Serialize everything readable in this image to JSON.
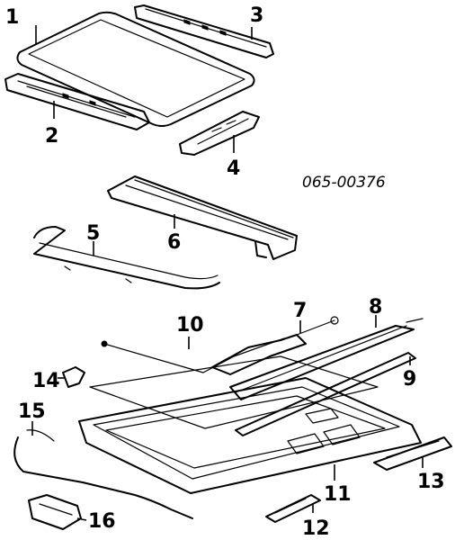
{
  "diagram": {
    "reference_code": "065-00376",
    "callouts": [
      {
        "id": "1",
        "label": "1"
      },
      {
        "id": "2",
        "label": "2"
      },
      {
        "id": "3",
        "label": "3"
      },
      {
        "id": "4",
        "label": "4"
      },
      {
        "id": "5",
        "label": "5"
      },
      {
        "id": "6",
        "label": "6"
      },
      {
        "id": "7",
        "label": "7"
      },
      {
        "id": "8",
        "label": "8"
      },
      {
        "id": "9",
        "label": "9"
      },
      {
        "id": "10",
        "label": "10"
      },
      {
        "id": "11",
        "label": "11"
      },
      {
        "id": "12",
        "label": "12"
      },
      {
        "id": "13",
        "label": "13"
      },
      {
        "id": "14",
        "label": "14"
      },
      {
        "id": "15",
        "label": "15"
      },
      {
        "id": "16",
        "label": "16"
      }
    ]
  }
}
